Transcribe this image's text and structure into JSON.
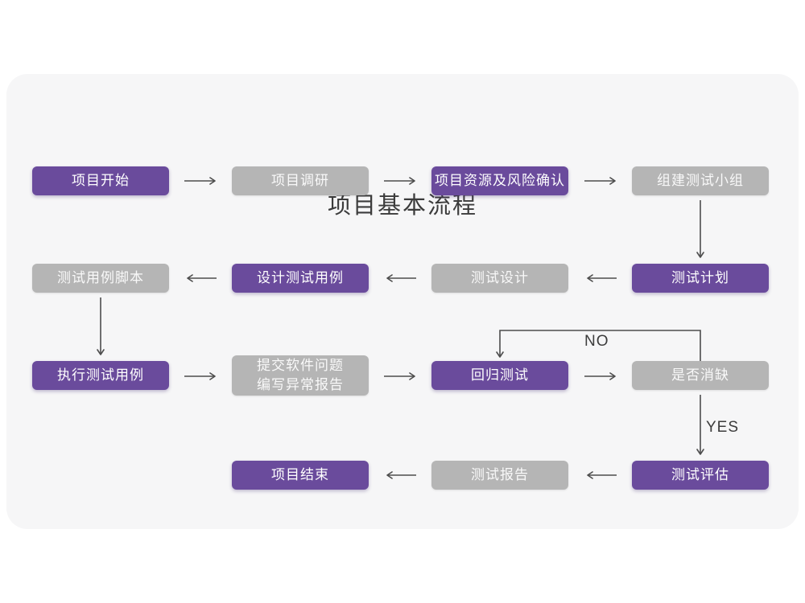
{
  "title": "项目基本流程",
  "colors": {
    "purple": "#6a4b9c",
    "gray_box": "#b5b5b5",
    "card_bg": "#f6f6f7",
    "arrow": "#4d4d4d",
    "text_on_box": "#ffffff",
    "title_color": "#3c3c3c"
  },
  "nodes": [
    {
      "id": "project-start",
      "label": "项目开始",
      "variant": "purple"
    },
    {
      "id": "project-research",
      "label": "项目调研",
      "variant": "gray"
    },
    {
      "id": "resources-risk",
      "label": "项目资源及风险确认",
      "variant": "purple"
    },
    {
      "id": "build-test-team",
      "label": "组建测试小组",
      "variant": "gray"
    },
    {
      "id": "test-plan",
      "label": "测试计划",
      "variant": "purple"
    },
    {
      "id": "test-design",
      "label": "测试设计",
      "variant": "gray"
    },
    {
      "id": "design-test-cases",
      "label": "设计测试用例",
      "variant": "purple"
    },
    {
      "id": "test-case-scripts",
      "label": "测试用例脚本",
      "variant": "gray"
    },
    {
      "id": "execute-test-cases",
      "label": "执行测试用例",
      "variant": "purple"
    },
    {
      "id": "submit-issue-report",
      "label": "提交软件问题\n编写异常报告",
      "variant": "gray"
    },
    {
      "id": "regression-test",
      "label": "回归测试",
      "variant": "purple"
    },
    {
      "id": "defect-cleared",
      "label": "是否消缺",
      "variant": "gray"
    },
    {
      "id": "test-evaluation",
      "label": "测试评估",
      "variant": "purple"
    },
    {
      "id": "test-report",
      "label": "测试报告",
      "variant": "gray"
    },
    {
      "id": "project-end",
      "label": "项目结束",
      "variant": "purple"
    }
  ],
  "edge_labels": {
    "no": "NO",
    "yes": "YES"
  }
}
